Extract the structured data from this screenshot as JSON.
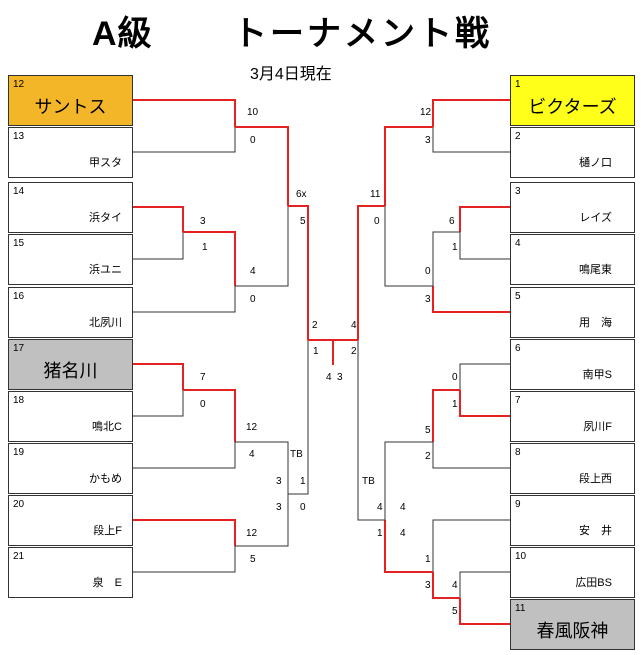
{
  "title": {
    "grade": "A級",
    "name": "トーナメント戦"
  },
  "date": "3月4日現在",
  "colors": {
    "winner_line": "#e52222",
    "line": "#333333",
    "orange": "#f4b629",
    "yellow": "#ffff19",
    "gray": "#c0c0c0"
  },
  "left_teams": [
    {
      "seed": "12",
      "name": "サントス"
    },
    {
      "seed": "13",
      "name": "甲スタ"
    },
    {
      "seed": "14",
      "name": "浜タイ"
    },
    {
      "seed": "15",
      "name": "浜ユニ"
    },
    {
      "seed": "16",
      "name": "北夙川"
    },
    {
      "seed": "17",
      "name": "猪名川"
    },
    {
      "seed": "18",
      "name": "鳴北C"
    },
    {
      "seed": "19",
      "name": "かもめ"
    },
    {
      "seed": "20",
      "name": "段上F"
    },
    {
      "seed": "21",
      "name": "泉　E"
    }
  ],
  "right_teams": [
    {
      "seed": "1",
      "name": "ビクターズ"
    },
    {
      "seed": "2",
      "name": "樋ノ口"
    },
    {
      "seed": "3",
      "name": "レイズ"
    },
    {
      "seed": "4",
      "name": "鳴尾東"
    },
    {
      "seed": "5",
      "name": "用　海"
    },
    {
      "seed": "6",
      "name": "南甲S"
    },
    {
      "seed": "7",
      "name": "夙川F"
    },
    {
      "seed": "8",
      "name": "段上西"
    },
    {
      "seed": "9",
      "name": "安　井"
    },
    {
      "seed": "10",
      "name": "広田BS"
    },
    {
      "seed": "11",
      "name": "春風阪神"
    }
  ],
  "scores": {
    "l1": "10",
    "l2": "0",
    "l3": "3",
    "l4": "1",
    "l5": "4",
    "l6": "0",
    "l7": "6x",
    "l8": "5",
    "l9": "7",
    "l10": "0",
    "l11": "12",
    "l12": "4",
    "l13": "TB",
    "l14": "3",
    "l15": "1",
    "l16": "3",
    "l17": "0",
    "l18": "12",
    "l19": "5",
    "l20": "2",
    "l21": "1",
    "l22": "4",
    "l23": "3",
    "r1": "12",
    "r2": "3",
    "r3": "11",
    "r4": "0",
    "r5": "6",
    "r6": "1",
    "r7": "0",
    "r8": "3",
    "r9": "4",
    "r10": "2",
    "r11": "0",
    "r12": "1",
    "r13": "5",
    "r14": "2",
    "r15": "TB",
    "r16": "4",
    "r17": "4",
    "r18": "1",
    "r19": "4",
    "r20": "1",
    "r21": "3",
    "r22": "4",
    "r23": "5"
  }
}
